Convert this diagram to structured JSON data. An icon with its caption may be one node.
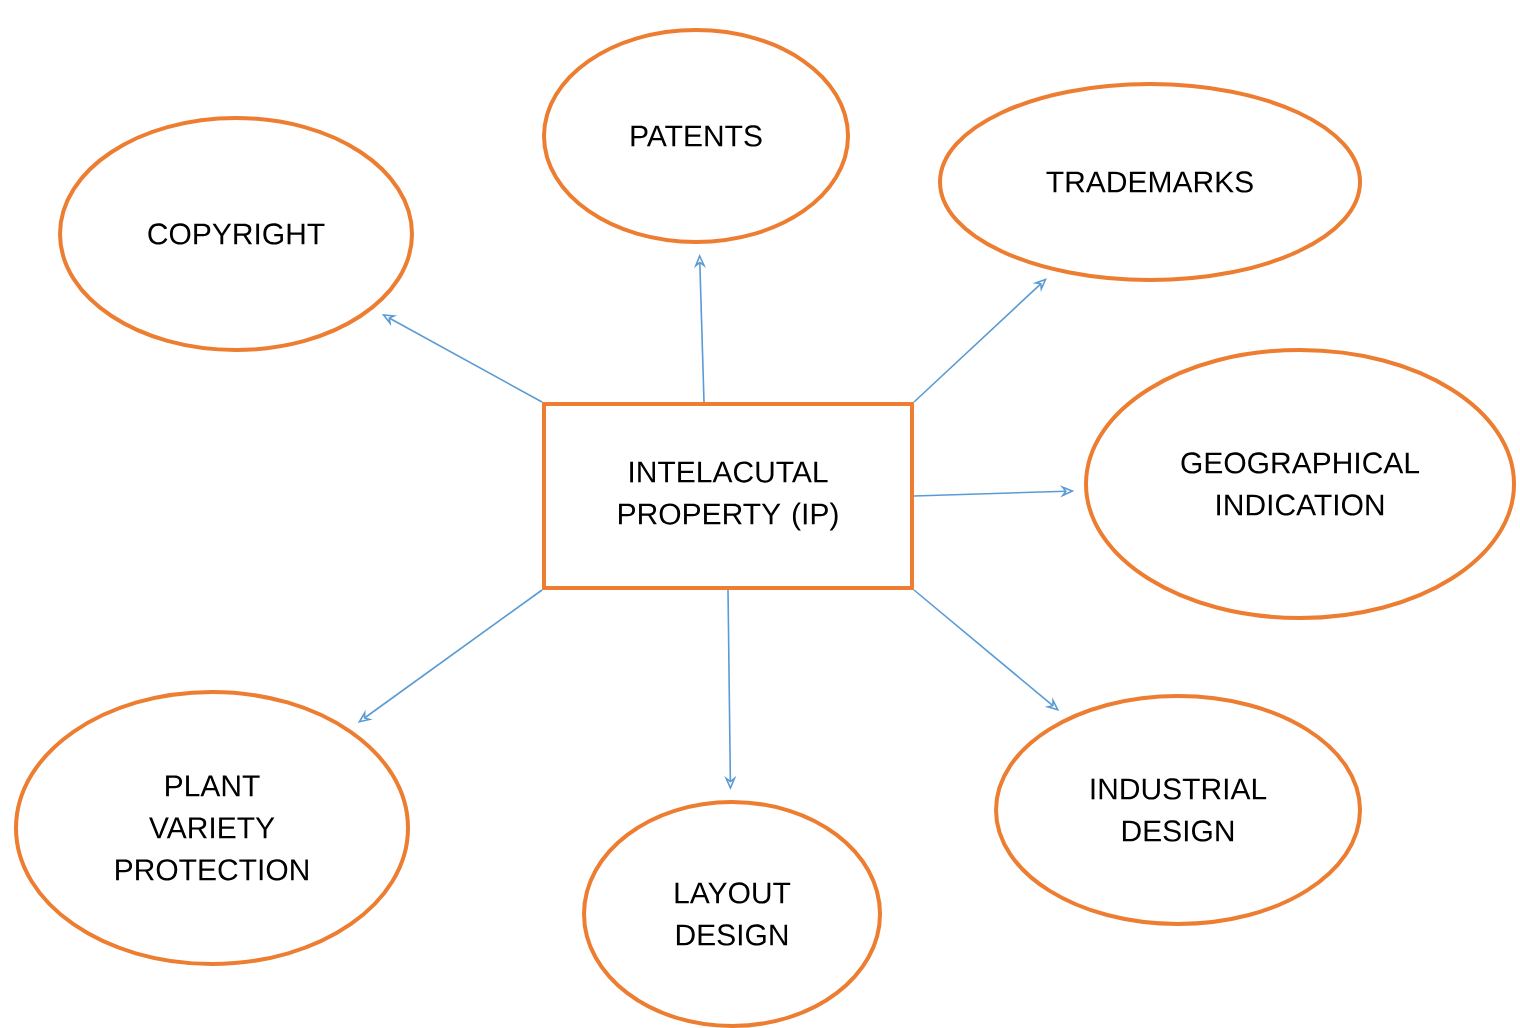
{
  "diagram": {
    "nodes": [
      {
        "text": [
          "INTELACUTAL PROPERTY (IP)"
        ]
      },
      {
        "text": [
          "COPYRIGHT"
        ]
      },
      {
        "text": [
          "PATENTS"
        ]
      },
      {
        "text": [
          "TRADEMARKS"
        ]
      },
      {
        "text": [
          "GEOGRAPHICAL INDICATION"
        ]
      },
      {
        "text": [
          "PLANT VARIETY PROTECTION"
        ]
      },
      {
        "text": [
          "LAYOUT DESIGN"
        ]
      },
      {
        "text": [
          "INDUSTRIAL DESIGN"
        ]
      }
    ],
    "edges": [
      {
        "from": 0,
        "to": 1,
        "arrow": "to"
      },
      {
        "from": 0,
        "to": 2,
        "arrow": "to"
      },
      {
        "from": 0,
        "to": 3,
        "arrow": "to"
      },
      {
        "from": 0,
        "to": 4,
        "arrow": "to"
      },
      {
        "from": 0,
        "to": 5,
        "arrow": "to"
      },
      {
        "from": 0,
        "to": 6,
        "arrow": "to"
      },
      {
        "from": 0,
        "to": 7,
        "arrow": "to"
      }
    ]
  }
}
